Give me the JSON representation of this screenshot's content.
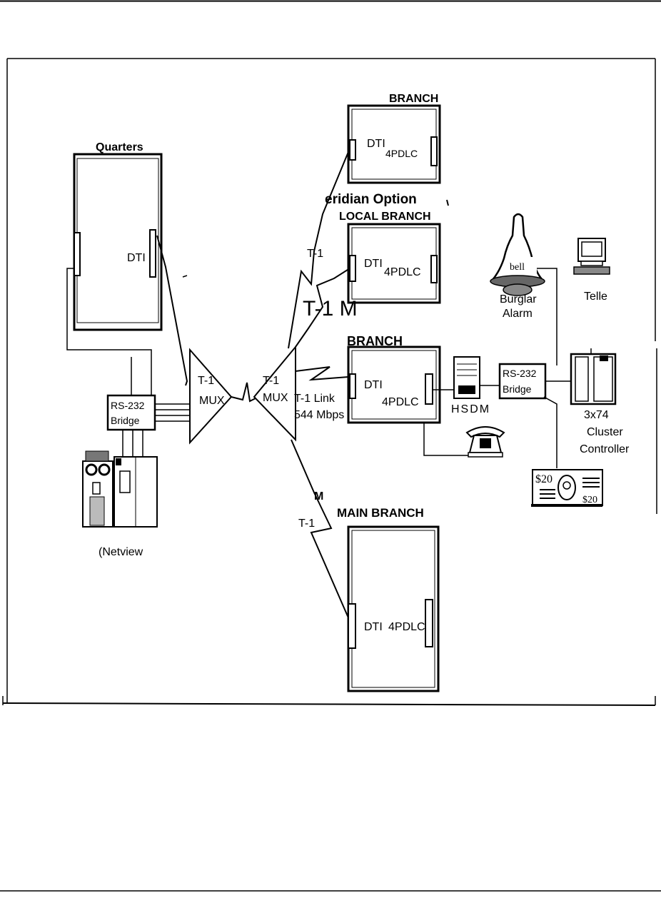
{
  "headquarters": {
    "title": "Quarters",
    "dti": "DTI",
    "netview": "(Netview",
    "bridge": [
      "RS-232",
      "Bridge"
    ]
  },
  "mux_left": [
    "T-1",
    "MUX"
  ],
  "mux_right": [
    "T-1",
    "MUX"
  ],
  "link": {
    "line1": "T-1 Link",
    "line2": "544 Mbps"
  },
  "branches": {
    "top": {
      "title": "BRANCH",
      "dti": "DTI",
      "pdlc": "4PDLC"
    },
    "meridian_option": "eridian   Option",
    "local": {
      "title": "LOCAL BRANCH",
      "dti": "DTI",
      "pdlc": "4PDLC"
    },
    "middle": {
      "title": "BRANCH",
      "dti": "DTI",
      "pdlc": "4PDLC"
    },
    "main": {
      "title": "MAIN BRANCH",
      "dti": "DTI",
      "pdlc": "4PDLC"
    }
  },
  "t1_labels": {
    "upper": "T-1",
    "upper_big": "T-1 M",
    "lower": "T-1",
    "lower_m": "M"
  },
  "peripherals": {
    "hsdm": "HSDM",
    "bell_text": "bell",
    "burglar_alarm": [
      "Burglar",
      "Alarm"
    ],
    "teller": "Telle",
    "bridge": [
      "RS-232",
      "Bridge"
    ],
    "cluster": [
      "3x74",
      "Cluster",
      "Controller"
    ],
    "cash_left": "$20",
    "cash_right": "$20"
  },
  "icon_names": [
    "bell-icon",
    "terminal-icon",
    "telephone-icon",
    "hsdm-icon",
    "cluster-controller-icon",
    "host-computer-icon",
    "money-icon"
  ]
}
